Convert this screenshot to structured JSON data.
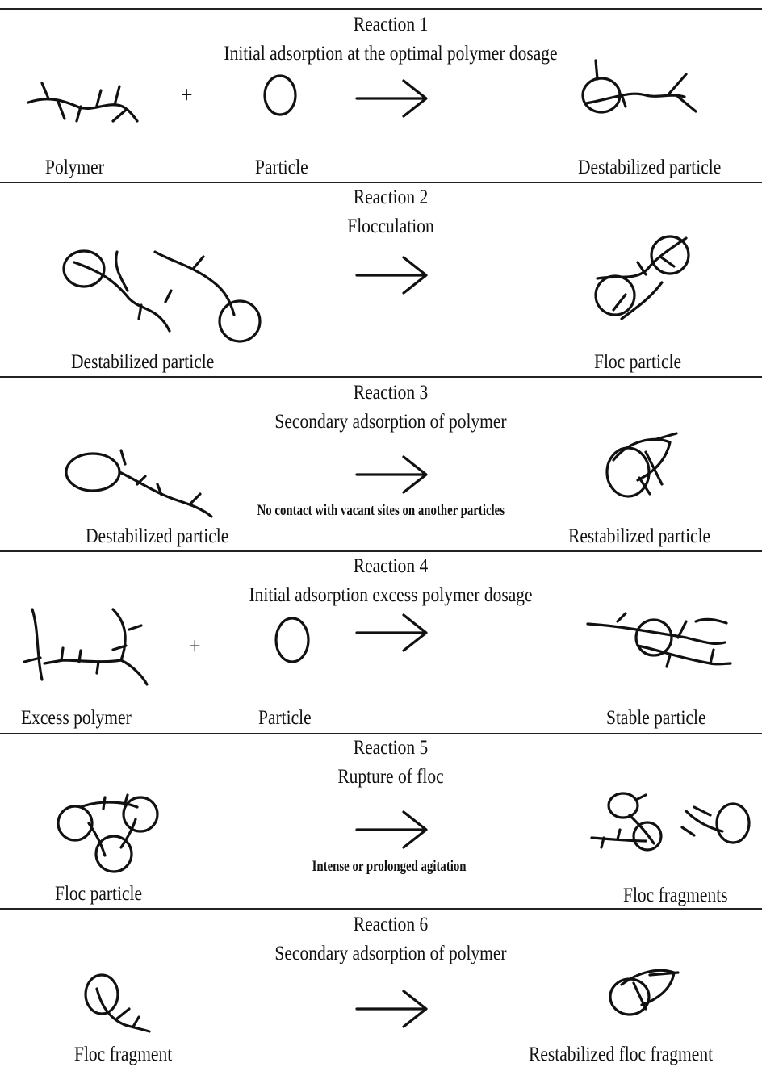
{
  "reactions": [
    {
      "heading": "Reaction 1",
      "subtitle": "Initial adsorption at the optimal polymer dosage",
      "labels": {
        "left": "Polymer",
        "middle": "Particle",
        "right": "Destabilized particle"
      },
      "plus": "+"
    },
    {
      "heading": "Reaction 2",
      "subtitle": "Flocculation",
      "labels": {
        "left": "Destabilized particle",
        "right": "Floc particle"
      }
    },
    {
      "heading": "Reaction 3",
      "subtitle": "Secondary adsorption of polymer",
      "arrow_note": "No contact with vacant sites on another particles",
      "labels": {
        "left": "Destabilized particle",
        "right": "Restabilized particle"
      }
    },
    {
      "heading": "Reaction 4",
      "subtitle": "Initial adsorption excess polymer dosage",
      "labels": {
        "left": "Excess polymer",
        "middle": "Particle",
        "right": "Stable particle"
      },
      "plus": "+"
    },
    {
      "heading": "Reaction 5",
      "subtitle": "Rupture of floc",
      "arrow_note": "Intense or prolonged agitation",
      "labels": {
        "left": "Floc particle",
        "right": "Floc fragments"
      }
    },
    {
      "heading": "Reaction 6",
      "subtitle": "Secondary adsorption of polymer",
      "labels": {
        "left": "Floc fragment",
        "right": "Restabilized floc fragment"
      }
    }
  ]
}
